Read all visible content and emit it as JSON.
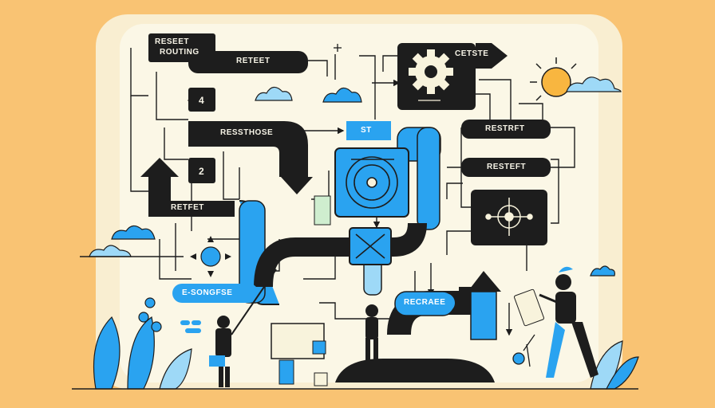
{
  "labels": {
    "reset_routing_1": "RESEET",
    "reset_routing_2": "ROUTING",
    "retfet_top": "RETEET",
    "step_4": "4",
    "response": "RESSTHOSE",
    "step_2": "2",
    "retfet_left": "RETFET",
    "st_tab": "ST",
    "cetste": "CETSTE",
    "restrtft": "RESTRFT",
    "restfet": "RESTEFT",
    "e_songfse": "E-SONGFSE",
    "recraee": "RECRAEE"
  },
  "icon_names": [
    "gear-icon",
    "target-icon",
    "x-mark-icon",
    "molecule-icon",
    "cloud-icon",
    "sun-icon",
    "arrow-icon",
    "leaf-icon",
    "person-icon"
  ],
  "colors": {
    "background": "#f9c373",
    "paper": "#f8f3dc",
    "ink": "#1d1d1d",
    "blue": "#2aa3f0",
    "light_blue": "#9ed9f7",
    "sun": "#f8b640"
  }
}
